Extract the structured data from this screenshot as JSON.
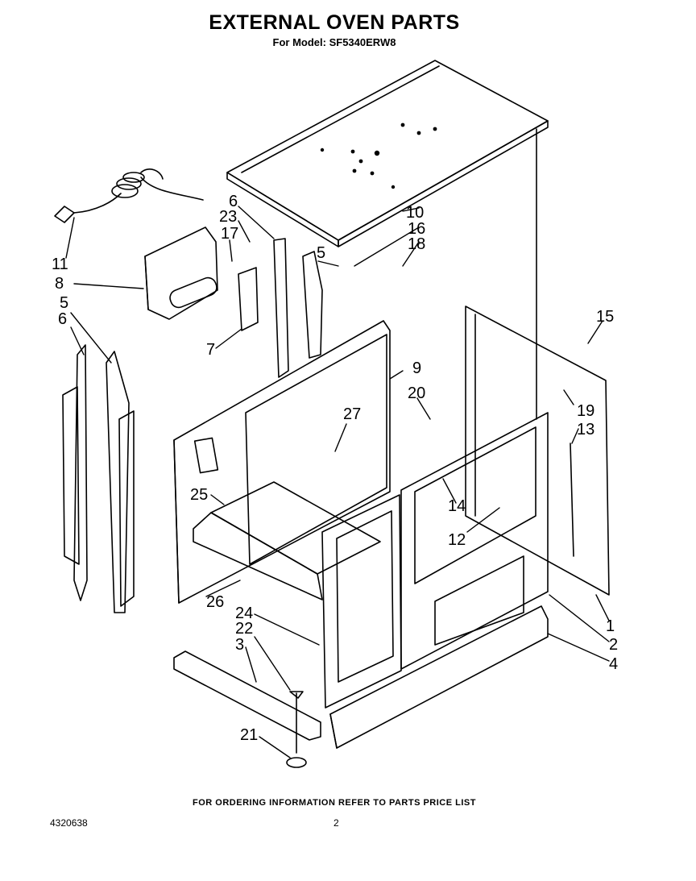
{
  "header": {
    "title": "EXTERNAL OVEN PARTS",
    "subtitle": "For Model: SF5340ERW8"
  },
  "callouts": [
    "1",
    "2",
    "3",
    "4",
    "5",
    "5",
    "6",
    "6",
    "7",
    "8",
    "9",
    "10",
    "11",
    "12",
    "13",
    "14",
    "15",
    "16",
    "17",
    "18",
    "19",
    "20",
    "21",
    "22",
    "23",
    "24",
    "25",
    "26",
    "27"
  ],
  "footer": {
    "ordering_note": "FOR ORDERING INFORMATION REFER TO PARTS PRICE LIST",
    "document_number": "4320638",
    "page_number": "2"
  }
}
